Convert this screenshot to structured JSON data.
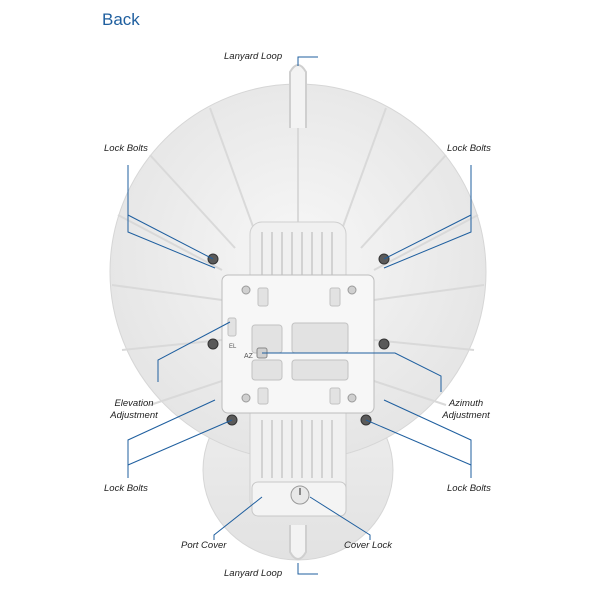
{
  "title": "Back",
  "callouts": {
    "lanyard_loop_top": "Lanyard Loop",
    "lock_bolts_top_left": "Lock Bolts",
    "lock_bolts_top_right": "Lock Bolts",
    "elevation_adjustment_line1": "Elevation",
    "elevation_adjustment_line2": "Adjustment",
    "azimuth_adjustment_line1": "Azimuth",
    "azimuth_adjustment_line2": "Adjustment",
    "lock_bolts_bottom_left": "Lock Bolts",
    "lock_bolts_bottom_right": "Lock Bolts",
    "port_cover": "Port Cover",
    "cover_lock": "Cover Lock",
    "lanyard_loop_bottom": "Lanyard Loop"
  },
  "bracket_labels": {
    "az": "AZ",
    "el": "EL"
  },
  "colors": {
    "title": "#1f5f9f",
    "leader_line": "#1f5f9f",
    "dish": "#eeeeee",
    "dish_edge": "#d6d6d6",
    "bracket": "#f6f6f6",
    "bolt": "#555555"
  }
}
